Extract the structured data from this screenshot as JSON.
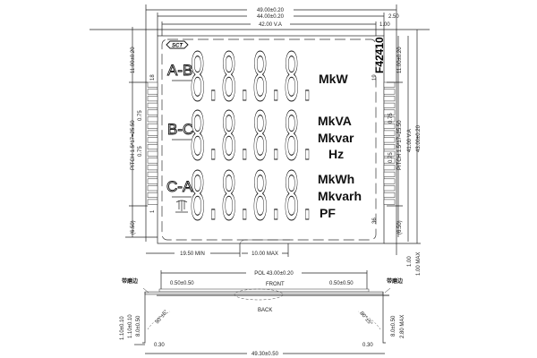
{
  "part_number": "F42410",
  "logo_text": "SCT",
  "rows": [
    {
      "label": "A-B",
      "digits": "8.8.8.8.",
      "units": [
        "MkW"
      ]
    },
    {
      "label": "B-C",
      "digits": "8.8.8.8.",
      "units": [
        "MkVA",
        "Mkvar",
        "Hz"
      ]
    },
    {
      "label": "C-A",
      "digits": "8.8.8.8.",
      "units": [
        "MkWh",
        "Mkvarh",
        "PF"
      ]
    }
  ],
  "pins": {
    "first_left": "1",
    "last_left": "18",
    "first_right": "19",
    "last_right": "36"
  },
  "dimensions": {
    "overall_width": "49.00±0.20",
    "glass_width": "44.00±0.20",
    "view_width": "42.00 V.A",
    "right_offset": "2.50",
    "right_va_offset": "1.00",
    "top_to_pin": "11.00±0.20",
    "pitch": "PITCH 1.5*17=25.50",
    "pin_width": "0.75",
    "bottom_to_pin": "(6.50)",
    "view_height": "41.00 V.A",
    "overall_height": "43.00±0.20",
    "bottom_offset": "1.00",
    "bottom_max": "1.00 MAX",
    "left_min": "19.50 MIN",
    "tab_max": "10.00 MAX",
    "pol": "POL 43.00±0.20",
    "pol_offset": "0.50±0.50",
    "front": "FRONT",
    "back": "BACK",
    "edge_note": "带磨边",
    "thickness_a": "1.10±0.10",
    "thickness_b": "1.10±0.10",
    "pin_len": "8.0±0.50",
    "angle": "90°±5°",
    "pin_offset": "0.30",
    "pin_span": "49.30±0.50",
    "total_max": "2.80 MAX"
  }
}
